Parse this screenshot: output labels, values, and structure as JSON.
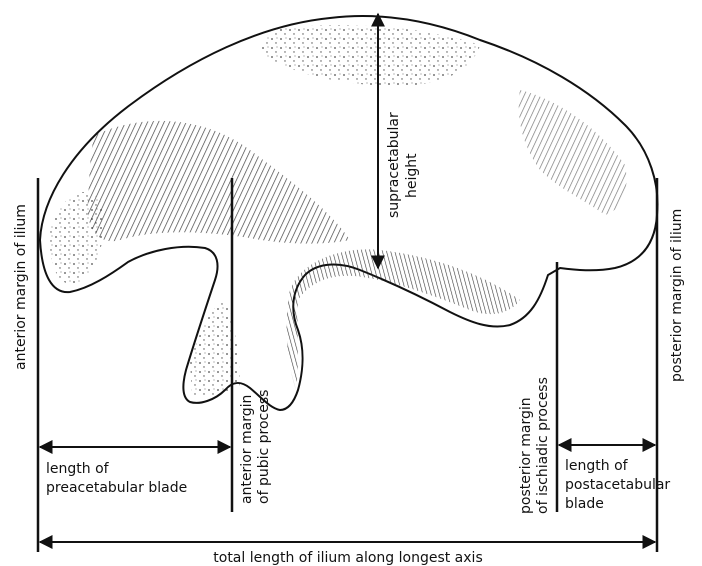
{
  "labels": {
    "anterior_margin": "anterior margin of ilium",
    "posterior_margin": "posterior margin of ilium",
    "supracetabular_line1": "supracetabular",
    "supracetabular_line2": "height",
    "pubic_line1": "anterior margin",
    "pubic_line2": "of pubic process",
    "ischiadic_line1": "posterior margin",
    "ischiadic_line2": "of ischiadic process",
    "preacetabular_line1": "length of",
    "preacetabular_line2": "preacetabular blade",
    "postacetabular_line1": "length of",
    "postacetabular_line2": "postacetabular",
    "postacetabular_line3": "blade",
    "total_length": "total length of ilium along longest axis"
  },
  "colors": {
    "ink": "#111111",
    "bone_fill": "#ffffff",
    "shading": "#222222"
  }
}
